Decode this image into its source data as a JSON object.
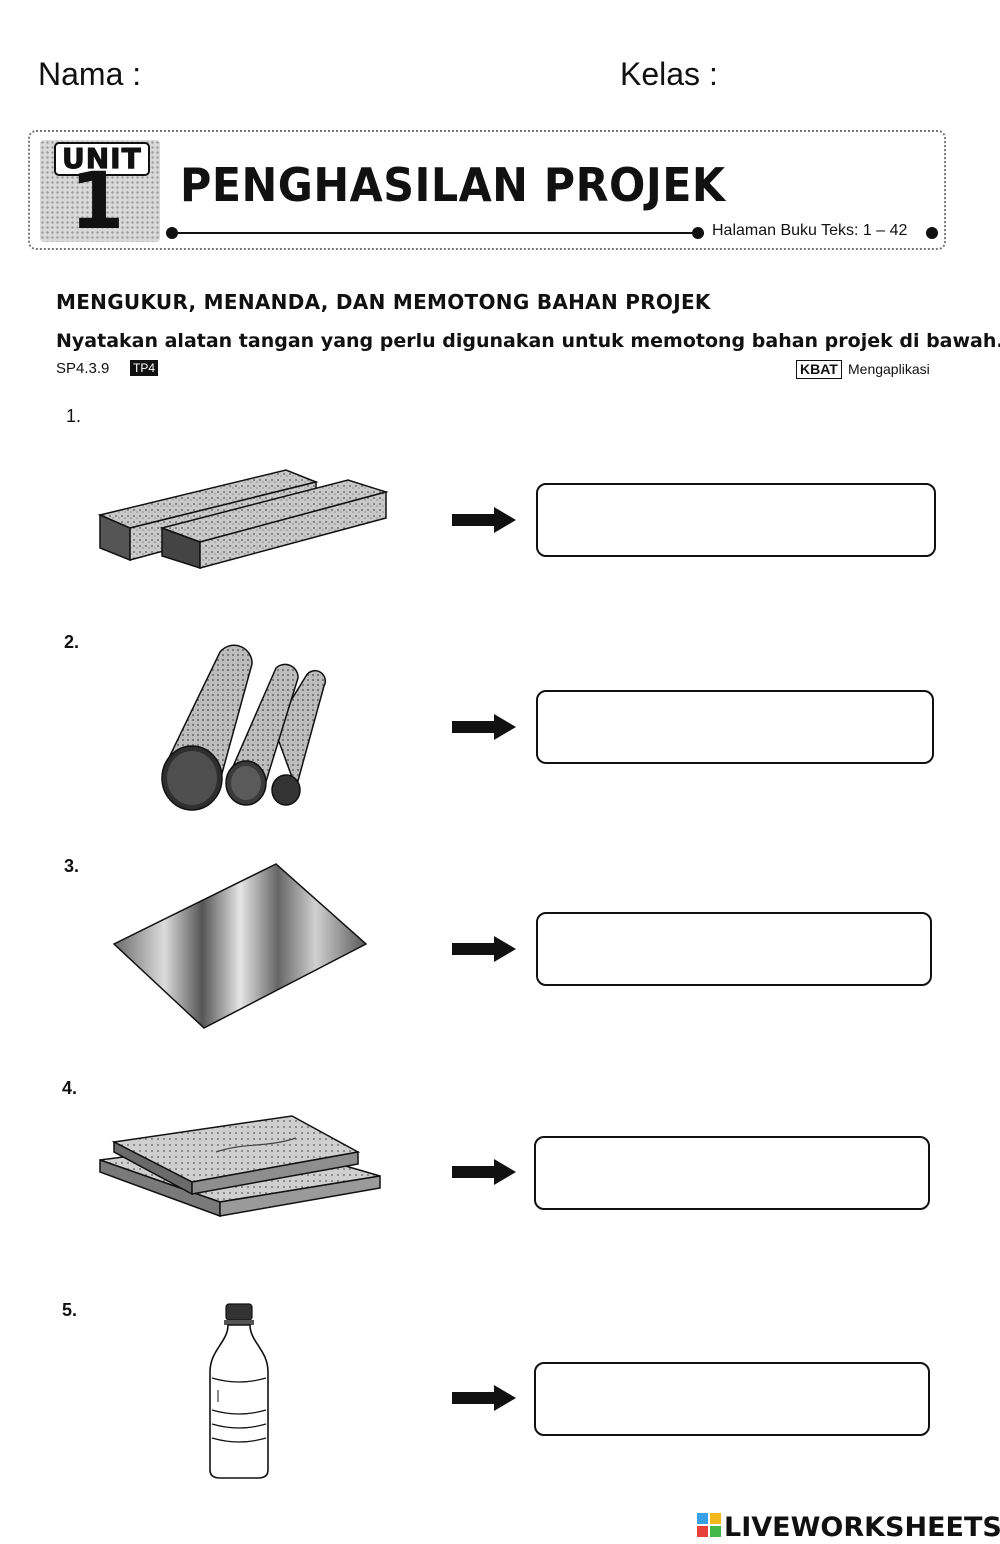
{
  "header": {
    "nama_label": "Nama :",
    "kelas_label": "Kelas :"
  },
  "banner": {
    "unit_label": "UNIT",
    "unit_number": "1",
    "title": "PENGHASILAN PROJEK",
    "textbook_pages": "Halaman Buku Teks: 1 – 42"
  },
  "section_title": "MENGUKUR, MENANDA, DAN MEMOTONG BAHAN PROJEK",
  "instruction": "Nyatakan alatan tangan yang perlu digunakan untuk memotong bahan projek di bawah.",
  "standard_code": "SP4.3.9",
  "tp_level": "TP4",
  "kbat": {
    "badge": "KBAT",
    "level": "Mengaplikasi"
  },
  "questions": [
    {
      "number": "1.",
      "material_icon": "wooden-beams-icon",
      "answer": ""
    },
    {
      "number": "2.",
      "material_icon": "pipes-icon",
      "answer": ""
    },
    {
      "number": "3.",
      "material_icon": "metal-sheet-icon",
      "answer": ""
    },
    {
      "number": "4.",
      "material_icon": "wooden-planks-icon",
      "answer": ""
    },
    {
      "number": "5.",
      "material_icon": "plastic-bottle-icon",
      "answer": ""
    }
  ],
  "footer": {
    "brand": "LIVEWORKSHEETS"
  }
}
